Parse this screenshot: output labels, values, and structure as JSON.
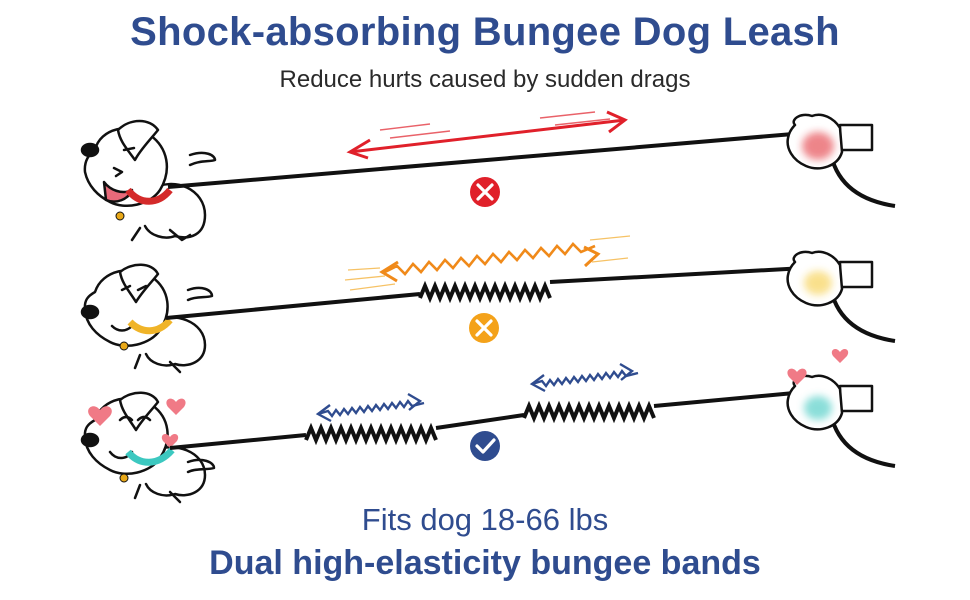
{
  "header": {
    "title": "Shock-absorbing Bungee Dog Leash",
    "subtitle": "Reduce hurts caused by sudden drags"
  },
  "footer": {
    "fit_text": "Fits dog 18-66 lbs",
    "feature_text": "Dual high-elasticity bungee bands"
  },
  "rows": [
    {
      "id": "no-bungee",
      "status_icon": "x-circle-icon",
      "status_color": "#e0202a",
      "glow_color": "#e0202a"
    },
    {
      "id": "single-bungee",
      "status_icon": "x-circle-icon",
      "status_color": "#f4a21a",
      "glow_color": "#f4c21a"
    },
    {
      "id": "dual-bungee",
      "status_icon": "check-circle-icon",
      "status_color": "#2f4c8f",
      "glow_color": "#3cc8c0"
    }
  ],
  "colors": {
    "title": "#2f4c8f",
    "arrow_red": "#e0202a",
    "arrow_orange": "#f08a1a",
    "arrow_blue": "#2f4c8f",
    "heart": "#f07a86"
  }
}
